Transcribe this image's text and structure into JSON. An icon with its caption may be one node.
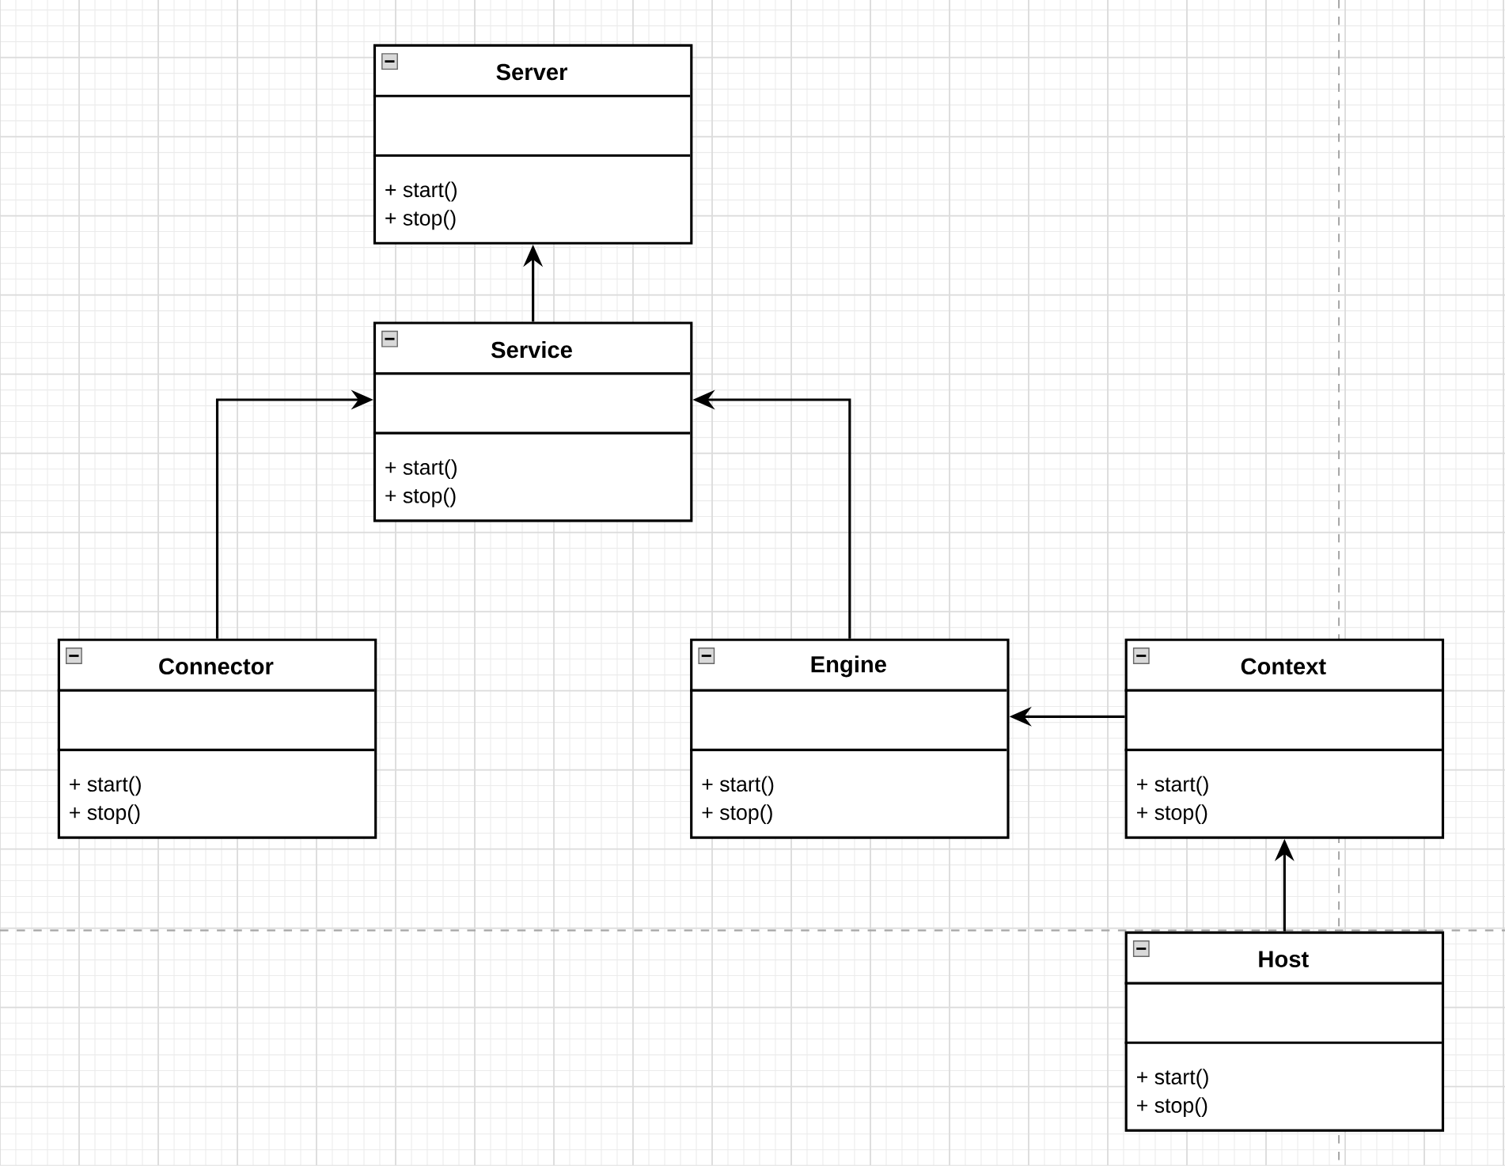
{
  "diagram": {
    "nodes": [
      {
        "text": [
          "Server",
          "+ start()",
          "+ stop()"
        ]
      },
      {
        "text": [
          "Service",
          "+ start()",
          "+ stop()"
        ]
      },
      {
        "text": [
          "Connector",
          "+ start()",
          "+ stop()"
        ]
      },
      {
        "text": [
          "Engine",
          "+ start()",
          "+ stop()"
        ]
      },
      {
        "text": [
          "Context",
          "+ start()",
          "+ stop()"
        ]
      },
      {
        "text": [
          "Host",
          "+ start()",
          "+ stop()"
        ]
      }
    ],
    "edges": [
      {
        "from": 1,
        "to": 0,
        "arrow": "to"
      },
      {
        "from": 2,
        "to": 1,
        "arrow": "to"
      },
      {
        "from": 3,
        "to": 1,
        "arrow": "to"
      },
      {
        "from": 4,
        "to": 3,
        "arrow": "to"
      },
      {
        "from": 5,
        "to": 4,
        "arrow": "to"
      }
    ]
  }
}
